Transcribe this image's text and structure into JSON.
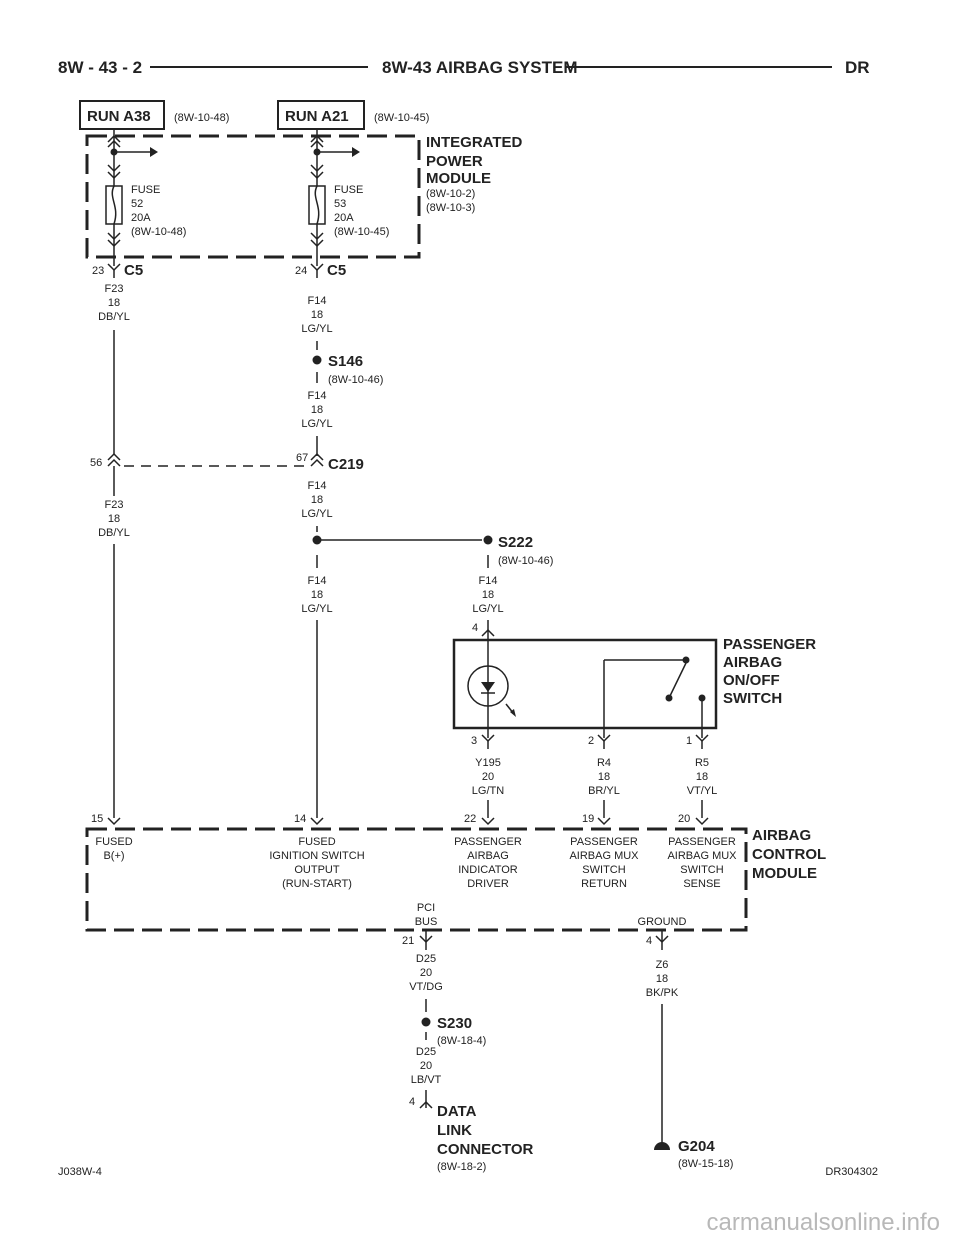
{
  "header": {
    "page": "8W - 43 - 2",
    "title": "8W-43 AIRBAG SYSTEM",
    "model": "DR"
  },
  "sources": {
    "run_a38": {
      "label": "RUN A38",
      "ref": "(8W-10-48)"
    },
    "run_a21": {
      "label": "RUN A21",
      "ref": "(8W-10-45)"
    }
  },
  "ipm": {
    "title": [
      "INTEGRATED",
      "POWER",
      "MODULE"
    ],
    "refs": [
      "(8W-10-2)",
      "(8W-10-3)"
    ],
    "fuse52": [
      "FUSE",
      "52",
      "20A",
      "(8W-10-48)"
    ],
    "fuse53": [
      "FUSE",
      "53",
      "20A",
      "(8W-10-45)"
    ]
  },
  "connectors": {
    "c5_left": {
      "name": "C5",
      "pin": "23"
    },
    "c5_right": {
      "name": "C5",
      "pin": "24"
    },
    "c219": {
      "name": "C219",
      "pin_left": "56",
      "pin_right": "67"
    }
  },
  "splices": {
    "s146": {
      "name": "S146",
      "ref": "(8W-10-46)"
    },
    "s222": {
      "name": "S222",
      "ref": "(8W-10-46)"
    },
    "s230": {
      "name": "S230",
      "ref": "(8W-18-4)"
    }
  },
  "wires": {
    "f23_top": [
      "F23",
      "18",
      "DB/YL"
    ],
    "f23_bottom": [
      "F23",
      "18",
      "DB/YL"
    ],
    "f14_a": [
      "F14",
      "18",
      "LG/YL"
    ],
    "f14_b": [
      "F14",
      "18",
      "LG/YL"
    ],
    "f14_c": [
      "F14",
      "18",
      "LG/YL"
    ],
    "f14_d": [
      "F14",
      "18",
      "LG/YL"
    ],
    "f14_e": [
      "F14",
      "18",
      "LG/YL"
    ],
    "y195": [
      "Y195",
      "20",
      "LG/TN"
    ],
    "r4": [
      "R4",
      "18",
      "BR/YL"
    ],
    "r5": [
      "R5",
      "18",
      "VT/YL"
    ],
    "d25_a": [
      "D25",
      "20",
      "VT/DG"
    ],
    "d25_b": [
      "D25",
      "20",
      "LB/VT"
    ],
    "z6": [
      "Z6",
      "18",
      "BK/PK"
    ]
  },
  "switch": {
    "title": [
      "PASSENGER",
      "AIRBAG",
      "ON/OFF",
      "SWITCH"
    ],
    "pins": {
      "top": "4",
      "p3": "3",
      "p2": "2",
      "p1": "1"
    }
  },
  "acm": {
    "title": [
      "AIRBAG",
      "CONTROL",
      "MODULE"
    ],
    "pins": {
      "p15": "15",
      "p14": "14",
      "p22": "22",
      "p19": "19",
      "p20": "20",
      "p21": "21",
      "p4": "4"
    },
    "fused_b": [
      "FUSED",
      "B(+)"
    ],
    "fused_ign": [
      "FUSED",
      "IGNITION SWITCH",
      "OUTPUT",
      "(RUN-START)"
    ],
    "pass_ind": [
      "PASSENGER",
      "AIRBAG",
      "INDICATOR",
      "DRIVER"
    ],
    "mux_return": [
      "PASSENGER",
      "AIRBAG MUX",
      "SWITCH",
      "RETURN"
    ],
    "mux_sense": [
      "PASSENGER",
      "AIRBAG MUX",
      "SWITCH",
      "SENSE"
    ],
    "pci": [
      "PCI",
      "BUS"
    ],
    "ground": "GROUND"
  },
  "dlc": {
    "pin": "4",
    "title": [
      "DATA",
      "LINK",
      "CONNECTOR"
    ],
    "ref": "(8W-18-2)"
  },
  "g204": {
    "name": "G204",
    "ref": "(8W-15-18)"
  },
  "footer": {
    "left": "J038W-4",
    "right": "DR304302"
  },
  "watermark": "carmanualsonline.info"
}
